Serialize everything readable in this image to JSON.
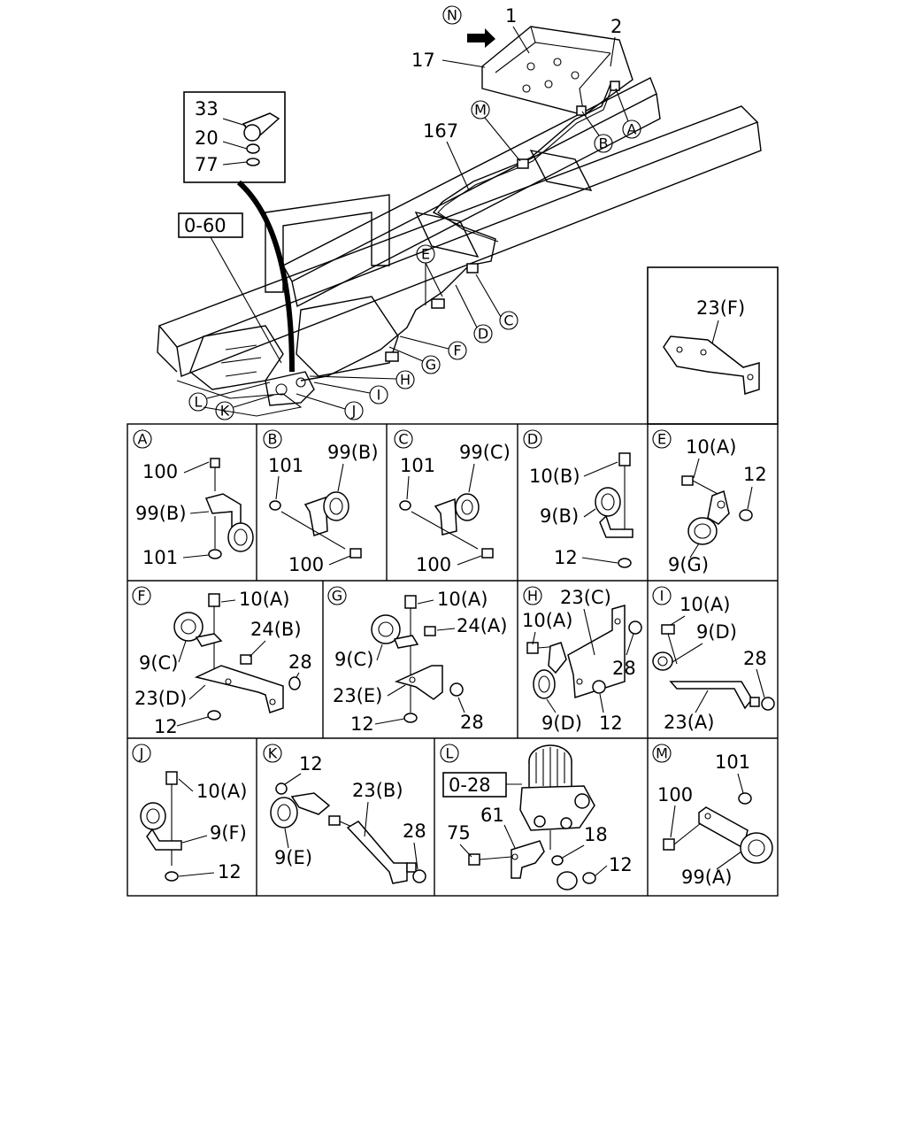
{
  "main": {
    "labels": {
      "n": "N",
      "p1": "1",
      "p2": "2",
      "p17": "17",
      "p33": "33",
      "p20": "20",
      "p77": "77",
      "p167": "167",
      "ref060": "0-60",
      "refM": "M",
      "refA": "A",
      "refB": "B",
      "refE": "E",
      "refC": "C",
      "refD": "D",
      "refF": "F",
      "refG": "G",
      "refH": "H",
      "refI": "I",
      "refJ": "J",
      "refK": "K",
      "refL": "L"
    }
  },
  "panels": {
    "f_top": {
      "key": "",
      "labels": [
        "23(F)"
      ]
    },
    "a": {
      "key": "A",
      "labels": [
        "100",
        "99(B)",
        "101"
      ]
    },
    "b": {
      "key": "B",
      "labels": [
        "101",
        "99(B)",
        "100"
      ]
    },
    "c": {
      "key": "C",
      "labels": [
        "101",
        "99(C)",
        "100"
      ]
    },
    "d": {
      "key": "D",
      "labels": [
        "10(B)",
        "9(B)",
        "12"
      ]
    },
    "e": {
      "key": "E",
      "labels": [
        "10(A)",
        "12",
        "9(G)"
      ]
    },
    "f": {
      "key": "F",
      "labels": [
        "10(A)",
        "24(B)",
        "9(C)",
        "28",
        "23(D)",
        "12"
      ]
    },
    "g": {
      "key": "G",
      "labels": [
        "10(A)",
        "24(A)",
        "9(C)",
        "23(E)",
        "12",
        "28"
      ]
    },
    "h": {
      "key": "H",
      "labels": [
        "23(C)",
        "10(A)",
        "28",
        "9(D)",
        "12"
      ]
    },
    "i": {
      "key": "I",
      "labels": [
        "10(A)",
        "9(D)",
        "28",
        "23(A)"
      ]
    },
    "j": {
      "key": "J",
      "labels": [
        "10(A)",
        "9(F)",
        "12"
      ]
    },
    "k": {
      "key": "K",
      "labels": [
        "12",
        "23(B)",
        "28",
        "9(E)"
      ]
    },
    "l": {
      "key": "L",
      "labels": [
        "0-28",
        "61",
        "75",
        "18",
        "12"
      ]
    },
    "m": {
      "key": "M",
      "labels": [
        "101",
        "100",
        "99(A)"
      ]
    }
  },
  "icons": [
    "arrow-icon",
    "clamp-icon",
    "bolt-icon",
    "nut-icon",
    "bracket-icon",
    "valve-icon"
  ]
}
